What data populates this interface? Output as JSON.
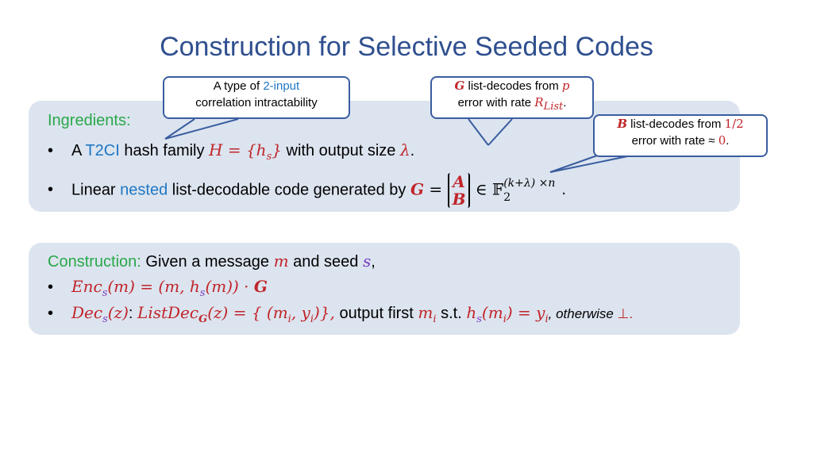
{
  "title": "Construction for Selective Seeded Codes",
  "callout1": {
    "line1_pre": "A type of ",
    "line1_highlight": "2-input",
    "line2": "correlation intractability"
  },
  "callout2": {
    "G": "G",
    "line1_text": " list-decodes from ",
    "p": "p",
    "line2_text": "error with rate ",
    "R": "R",
    "R_sub": "List",
    "dot": "."
  },
  "callout3": {
    "B": "B",
    "line1_text": " list-decodes from ",
    "frac": "1/2",
    "line2_text": "error with rate ≈ ",
    "zero": "0",
    "dot": "."
  },
  "ingredients": {
    "heading": "Ingredients:",
    "bullet1": {
      "pre": "A ",
      "t2ci": "T2CI",
      "mid": " hash family ",
      "H": "H = {h",
      "H_sub": "s",
      "H_close": "}",
      "post": " with output size ",
      "lambda": "λ",
      "end": "."
    },
    "bullet2": {
      "pre": "Linear ",
      "nested": "nested",
      "mid": " list-decodable code generated by ",
      "G": "G",
      "eq": " = ",
      "A": "A",
      "B": "B",
      "in": " ∈ 𝔽",
      "sup": "(k+λ) ×n",
      "sub": "2",
      "end": "."
    }
  },
  "construction": {
    "heading": "Construction:",
    "intro": " Given a message ",
    "m": "m",
    "and_seed": " and seed ",
    "s": "s",
    "comma": ",",
    "enc": {
      "Enc": "Enc",
      "s": "s",
      "rest": "(m) = (m, h",
      "s2": "s",
      "rest2": "(m)) · ",
      "G": "G"
    },
    "dec": {
      "Dec": "Dec",
      "s": "s",
      "z": "(z)",
      "colon": ": ",
      "List": "ListDec",
      "G": "G",
      "rest": "(z) = { (m",
      "i1": "i",
      "comma": ", y",
      "i2": "i",
      "close": ")},",
      "output": " output first ",
      "mi": "m",
      "i3": "i",
      "st": " s.t. ",
      "h": "h",
      "s3": "s",
      "hm": "(m",
      "i4": "i",
      "eqy": ") = y",
      "i5": "i",
      "otherwise": ", otherwise",
      "bot": " ⊥."
    }
  }
}
